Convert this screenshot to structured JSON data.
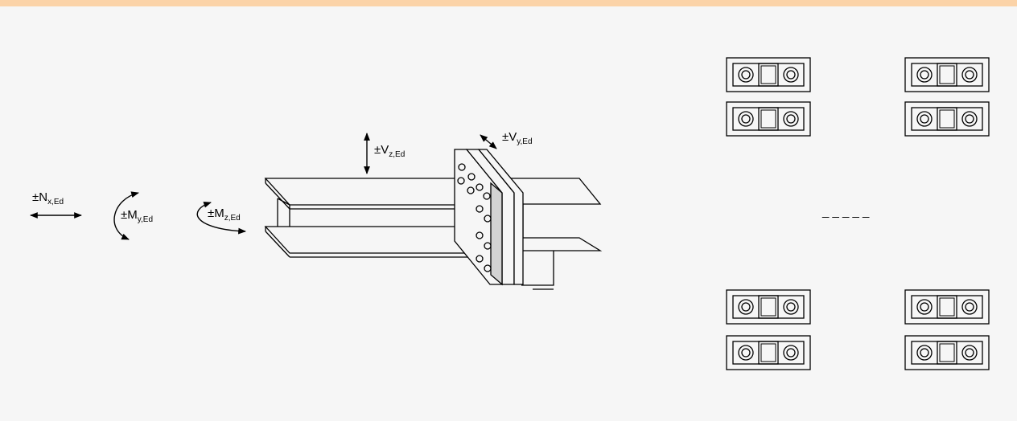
{
  "colors": {
    "banner": "#fbd3a8",
    "background": "#f6f6f6",
    "plate_fill": "#d3d3d3",
    "line": "#000000"
  },
  "loads": {
    "axial": {
      "main": "±N",
      "sub": "x,Ed"
    },
    "moment_y": {
      "main": "±M",
      "sub": "y,Ed"
    },
    "moment_z": {
      "main": "±M",
      "sub": "z,Ed"
    },
    "shear_z": {
      "main": "±V",
      "sub": "z,Ed"
    },
    "shear_y": {
      "main": "±V",
      "sub": "y,Ed"
    }
  },
  "bolt_rows": {
    "separator": "_ _ _ _ _",
    "groups": [
      "top",
      "bottom"
    ],
    "columns": [
      "left",
      "right"
    ]
  }
}
